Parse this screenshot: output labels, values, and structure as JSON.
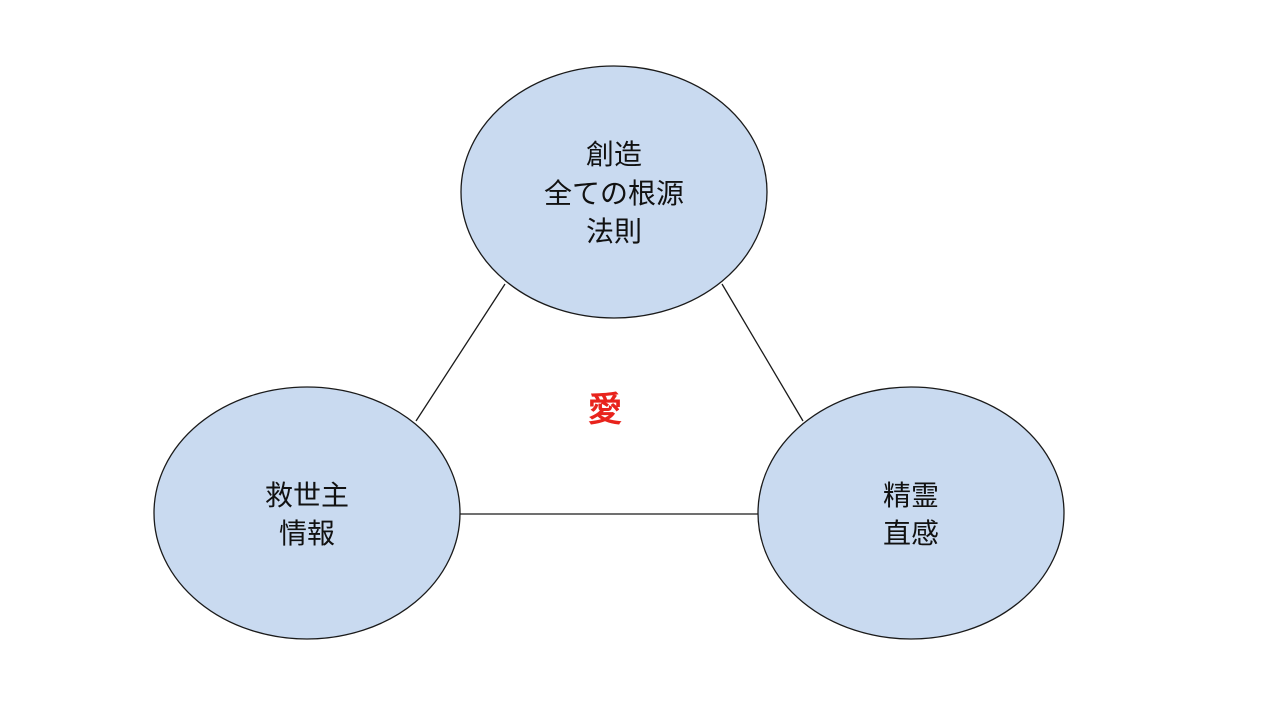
{
  "nodes": {
    "top": {
      "lines": [
        "創造",
        "全ての根源",
        "法則"
      ]
    },
    "left": {
      "lines": [
        "救世主",
        "情報"
      ]
    },
    "right": {
      "lines": [
        "精霊",
        "直感"
      ]
    }
  },
  "center": {
    "label": "愛",
    "color": "#e8231c"
  },
  "colors": {
    "node_fill": "#c9daf0",
    "node_stroke": "#1a1a1a",
    "edge_stroke": "#1a1a1a",
    "background": "#ffffff"
  }
}
